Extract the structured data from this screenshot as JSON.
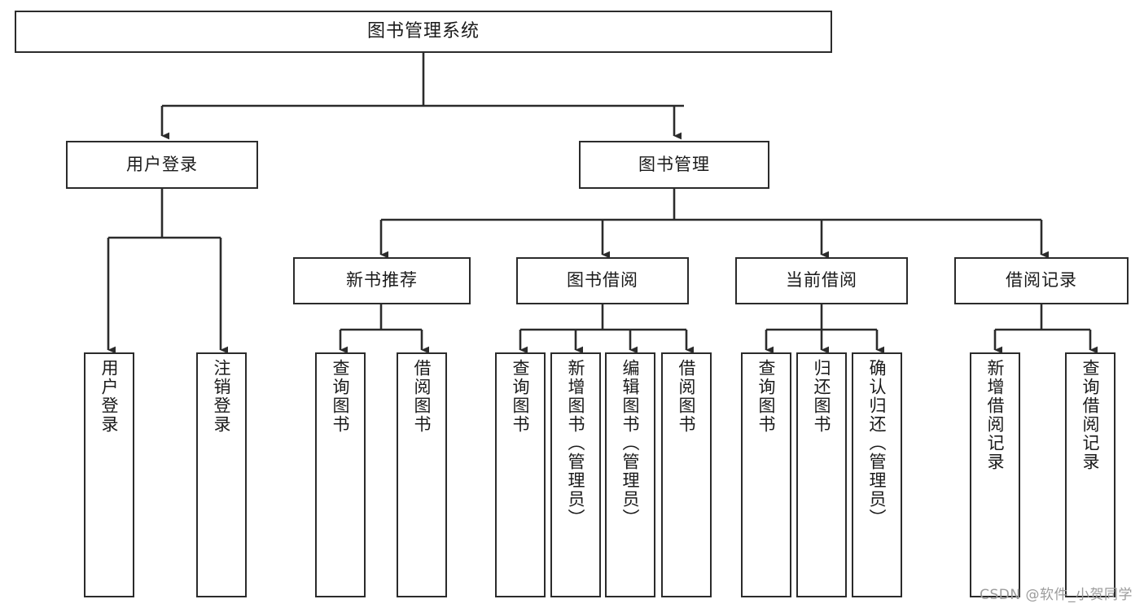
{
  "diagram": {
    "type": "tree-hierarchy",
    "orientation": "top-down",
    "stroke_color": "#2b2b2b",
    "fill_color": "#ffffff",
    "text_color": "#1a1a1a",
    "watermark": "CSDN @软件_小贺同学"
  },
  "root": {
    "label": "图书管理系统"
  },
  "level2": [
    {
      "label": "用户登录"
    },
    {
      "label": "图书管理"
    }
  ],
  "level3": [
    {
      "label": "新书推荐"
    },
    {
      "label": "图书借阅"
    },
    {
      "label": "当前借阅"
    },
    {
      "label": "借阅记录"
    }
  ],
  "leaves": {
    "user_login": [
      {
        "label": "用户登录"
      },
      {
        "label": "注销登录"
      }
    ],
    "new_book_recommend": [
      {
        "label": "查询图书"
      },
      {
        "label": "借阅图书"
      }
    ],
    "book_borrow": [
      {
        "label": "查询图书"
      },
      {
        "label": "新增图书（管理员）"
      },
      {
        "label": "编辑图书（管理员）"
      },
      {
        "label": "借阅图书"
      }
    ],
    "current_borrow": [
      {
        "label": "查询图书"
      },
      {
        "label": "归还图书"
      },
      {
        "label": "确认归还（管理员）"
      }
    ],
    "borrow_record": [
      {
        "label": "新增借阅记录"
      },
      {
        "label": "查询借阅记录"
      }
    ]
  }
}
